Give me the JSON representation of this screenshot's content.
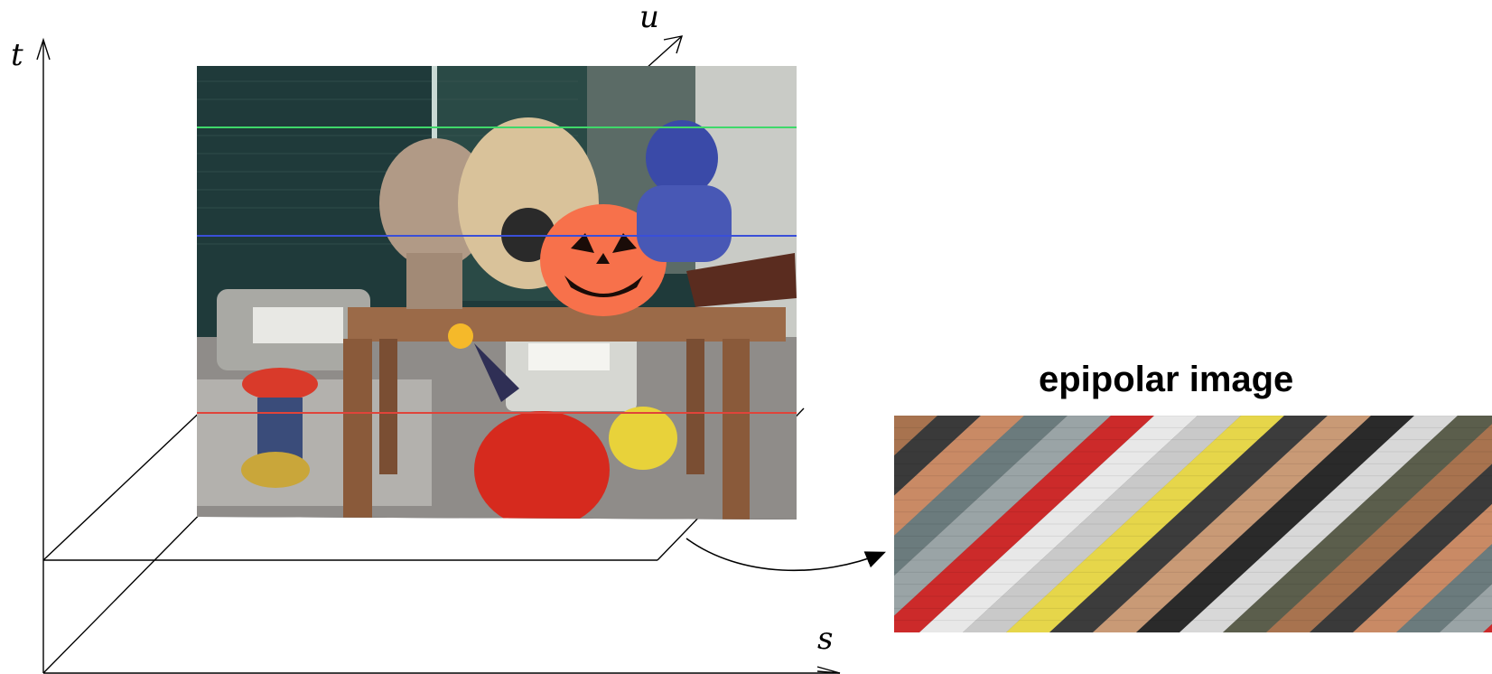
{
  "axes": {
    "t": "t",
    "u": "u",
    "s": "s"
  },
  "epipolar": {
    "title": "epipolar image"
  },
  "scene": {
    "objects": [
      "statue-head",
      "guitar",
      "pumpkin",
      "blue-plush",
      "table",
      "clown-figure",
      "red-plush",
      "yellow-plush",
      "monitor",
      "stacked-toy"
    ],
    "scanline_colors": {
      "top": "#3fd86a",
      "middle": "#3a4fd8",
      "bottom": "#e0443a"
    }
  },
  "stripe_colors": [
    "#5b5e4c",
    "#a8734f",
    "#3a3a3a",
    "#c98a65",
    "#6b7b7d",
    "#9aa4a6",
    "#cc2a2a",
    "#e8e8e8",
    "#c9c9c9",
    "#e6d64a",
    "#3c3c3c",
    "#c99a76",
    "#2a2a2a",
    "#d8d8d8"
  ]
}
